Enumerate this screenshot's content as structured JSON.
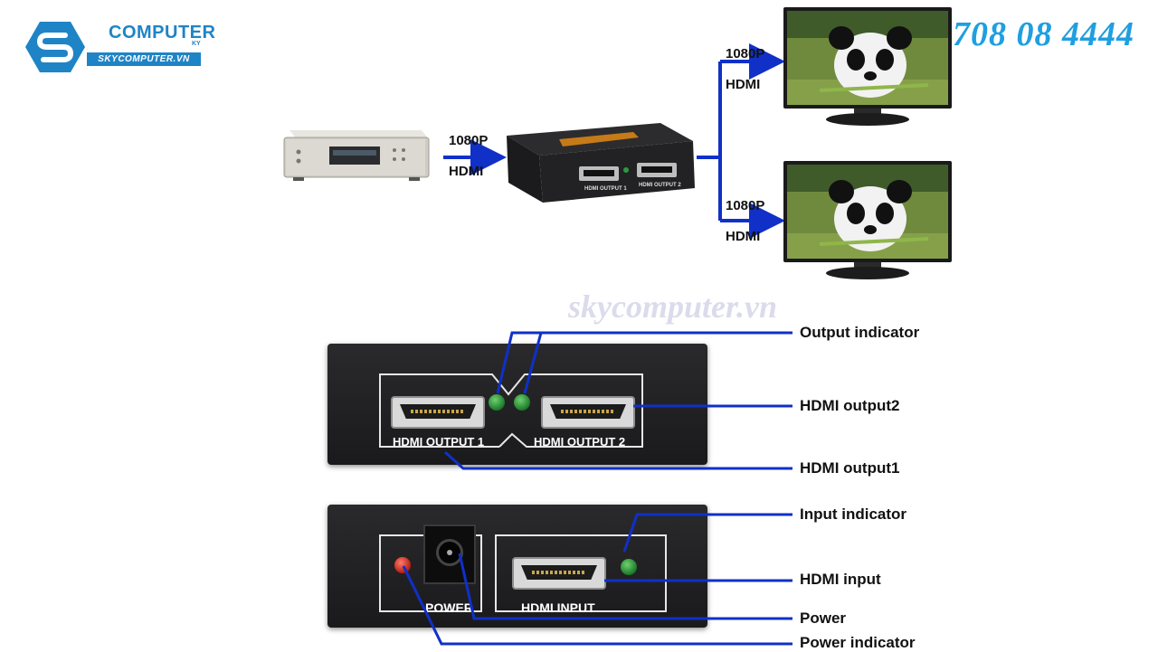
{
  "logo": {
    "name": "COMPUTER",
    "suffix": "KY",
    "tagline": "SKYCOMPUTER.VN"
  },
  "phone": "0708 08 4444",
  "watermark": "skycomputer.vn",
  "signal": {
    "input": {
      "resolution": "1080P",
      "interface": "HDMI"
    },
    "output_top": {
      "resolution": "1080P",
      "interface": "HDMI"
    },
    "output_bottom": {
      "resolution": "1080P",
      "interface": "HDMI"
    }
  },
  "splitter_small": {
    "port1": "HDMI OUTPUT 1",
    "port2": "HDMI OUTPUT 2"
  },
  "front_panel": {
    "port1_label": "HDMI OUTPUT 1",
    "port2_label": "HDMI OUTPUT 2"
  },
  "back_panel": {
    "power_label": "POWER",
    "input_label": "HDMI INPUT"
  },
  "callouts": {
    "output_indicator": "Output indicator",
    "hdmi_output2": "HDMI output2",
    "hdmi_output1": "HDMI output1",
    "input_indicator": "Input indicator",
    "hdmi_input": "HDMI input",
    "power": "Power",
    "power_indicator": "Power indicator"
  },
  "colors": {
    "accent_blue": "#1f84c6",
    "line_blue": "#1030c8",
    "phone_blue": "#1f9fe0",
    "led_green": "#2e9a3e",
    "led_red": "#c0271a"
  }
}
